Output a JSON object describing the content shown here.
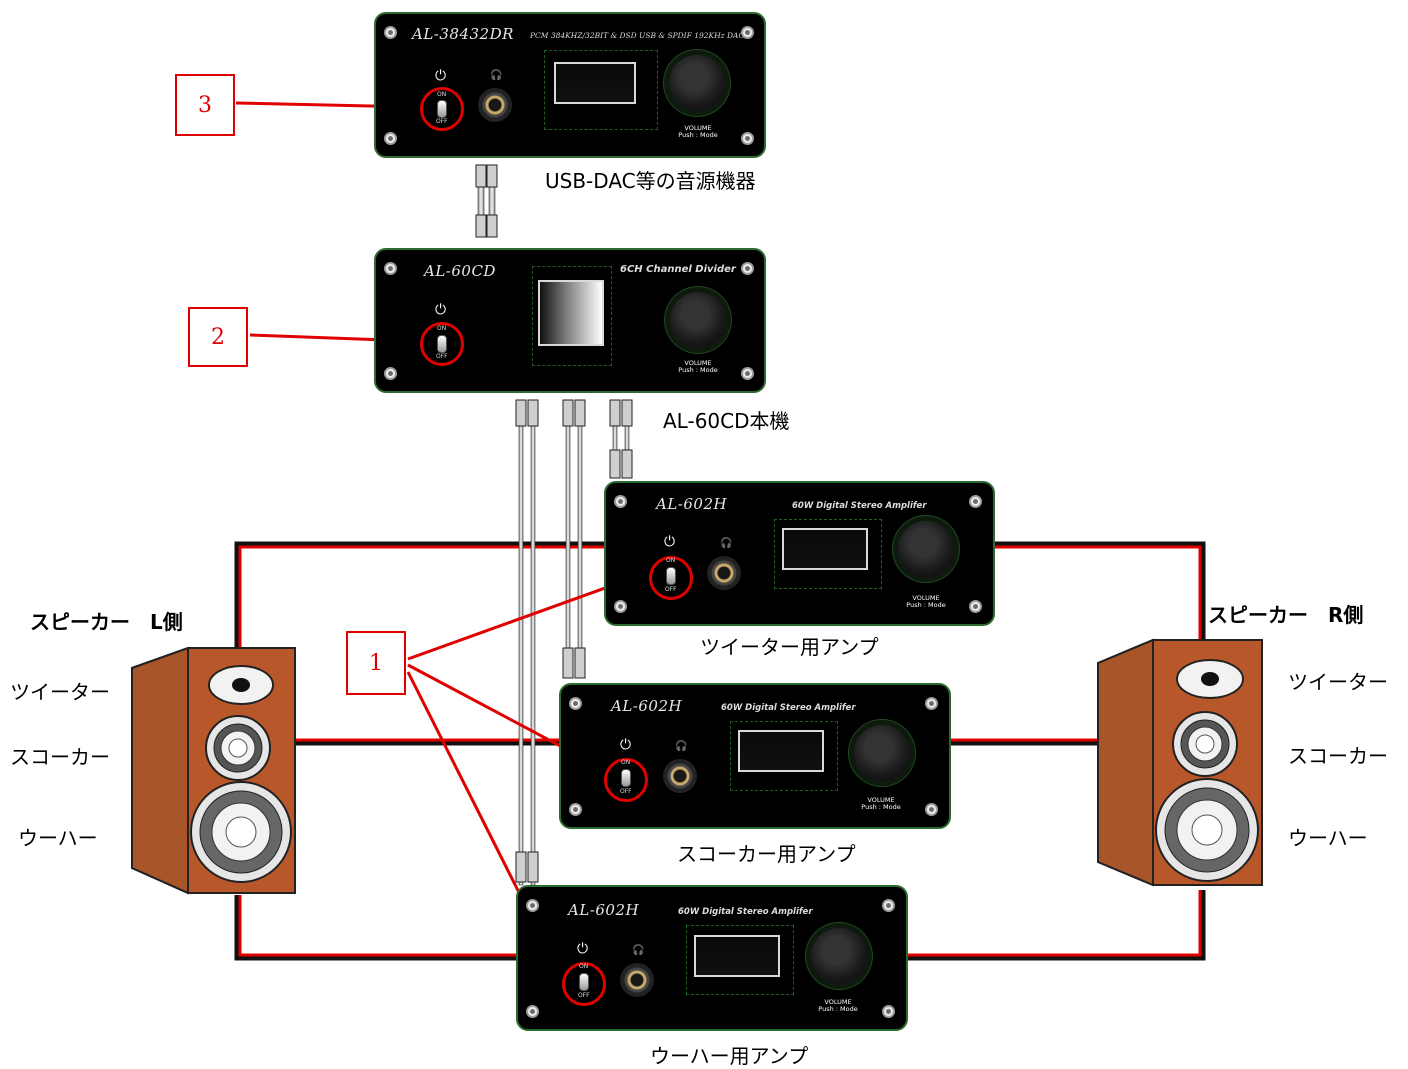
{
  "dac": {
    "model": "AL-38432DR",
    "tagline": "PCM 384KHZ/32BIT & DSD USB & SPDIF 192KHz DAC",
    "switch_on": "ON",
    "switch_off": "OFF",
    "volume_label": "VOLUME",
    "volume_sub": "Push : Mode",
    "caption": "USB-DAC等の音源機器",
    "step": "3"
  },
  "divider": {
    "model": "AL-60CD",
    "tagline": "6CH Channel Divider",
    "switch_on": "ON",
    "switch_off": "OFF",
    "volume_label": "VOLUME",
    "volume_sub": "Push : Mode",
    "caption": "AL-60CD本機",
    "step": "2"
  },
  "amps": [
    {
      "model": "AL-602H",
      "tagline": "60W Digital Stereo Amplifer",
      "switch_on": "ON",
      "switch_off": "OFF",
      "volume_label": "VOLUME",
      "volume_sub": "Push : Mode",
      "caption": "ツイーター用アンプ"
    },
    {
      "model": "AL-602H",
      "tagline": "60W Digital Stereo Amplifer",
      "switch_on": "ON",
      "switch_off": "OFF",
      "volume_label": "VOLUME",
      "volume_sub": "Push : Mode",
      "caption": "スコーカー用アンプ"
    },
    {
      "model": "AL-602H",
      "tagline": "60W Digital Stereo Amplifer",
      "switch_on": "ON",
      "switch_off": "OFF",
      "volume_label": "VOLUME",
      "volume_sub": "Push : Mode",
      "caption": "ウーハー用アンプ"
    }
  ],
  "amp_step": "1",
  "speaker_left": {
    "title": "スピーカー　L側",
    "tweeter": "ツイーター",
    "squawker": "スコーカー",
    "woofer": "ウーハー"
  },
  "speaker_right": {
    "title": "スピーカー　R側",
    "tweeter": "ツイーター",
    "squawker": "スコーカー",
    "woofer": "ウーハー"
  },
  "colors": {
    "wire_red": "#e00000",
    "wire_black": "#111111",
    "arrow": "#e00000",
    "panel": "#000000",
    "speaker_wood": "#b8582a"
  }
}
